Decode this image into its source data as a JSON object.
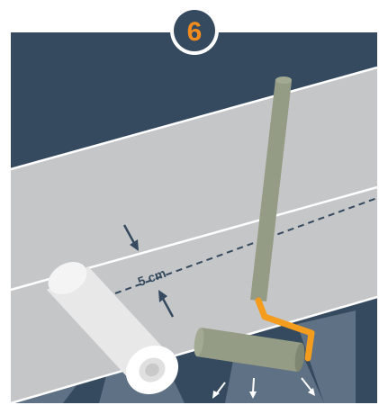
{
  "step": {
    "number": "6",
    "badge_color": "#f08c1e"
  },
  "measurement": {
    "label": "5 cm"
  },
  "colors": {
    "background": "#354a5f",
    "substrate_light": "#5f7184",
    "sheet": "#c5c6c8",
    "sheet_edge": "#ffffff",
    "dash_line": "#354a5f",
    "roller_handle": "#959c86",
    "roller_frame": "#f39c1e",
    "roll": "#e8e8e8",
    "arrow_dark": "#354a5f",
    "arrow_white": "#ffffff"
  },
  "icons": {
    "badge": "step-number-badge",
    "roller": "paint-roller-icon",
    "roll": "membrane-roll-icon"
  }
}
